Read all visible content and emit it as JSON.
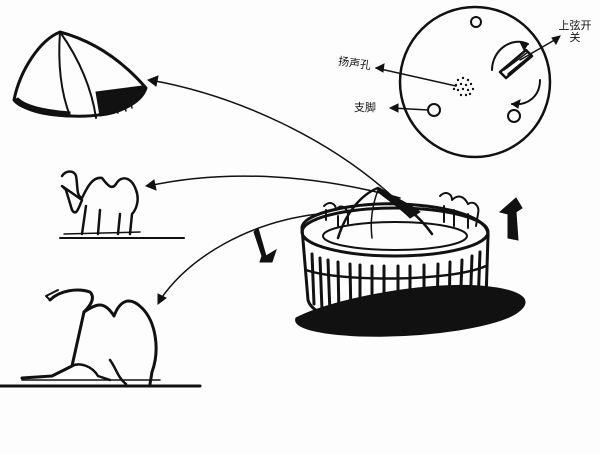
{
  "labels": {
    "hole": "扬声孔",
    "feet": "支脚",
    "switch": "上弦开关"
  },
  "colors": {
    "ink": "#111111",
    "paper": "#fdfdfd"
  }
}
